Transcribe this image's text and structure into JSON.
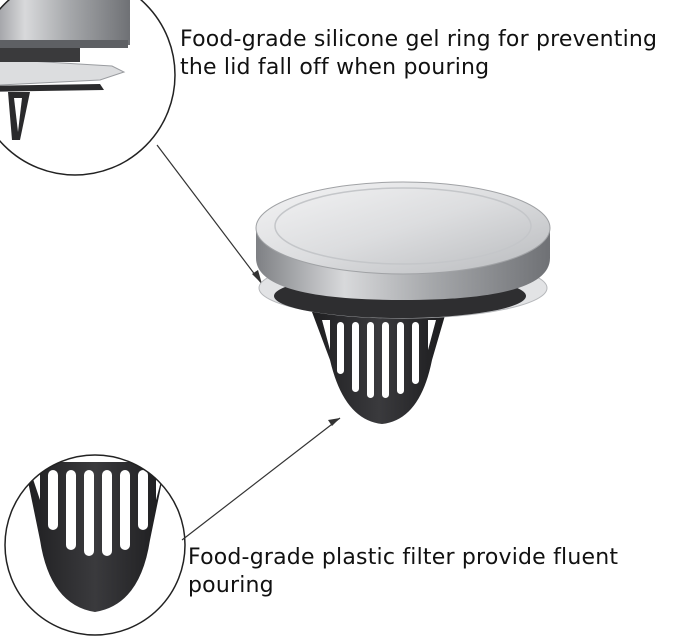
{
  "callouts": {
    "top": {
      "text": "Food-grade silicone gel ring for preventing\nthe lid fall off when pouring",
      "icon": "lid-detail-zoom"
    },
    "bottom": {
      "text": "Food-grade plastic filter provide fluent\npouring",
      "icon": "filter-detail-zoom"
    }
  },
  "product": {
    "icon": "stainless-lid-with-filter",
    "colors": {
      "steel": "#c9cacc",
      "steel_dark": "#8e9094",
      "filter": "#2c2c2e",
      "ring": "#e4e5e7"
    }
  }
}
